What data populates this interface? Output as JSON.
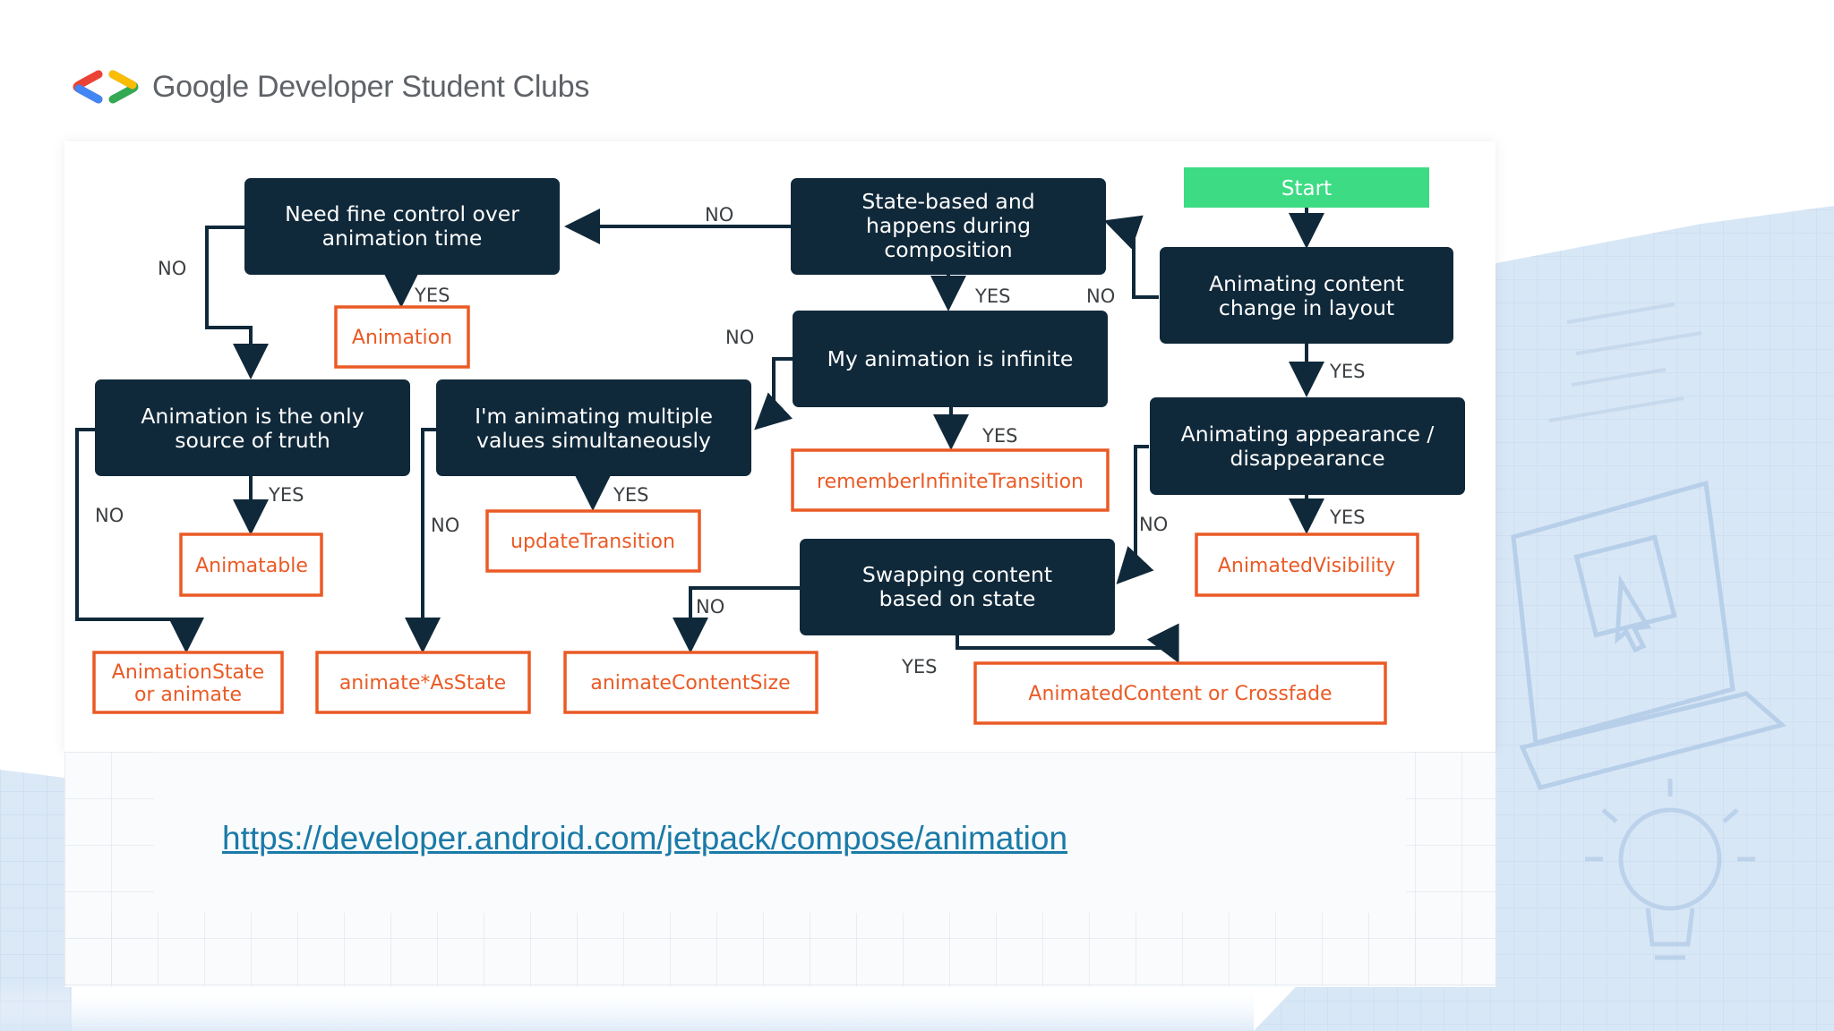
{
  "header": {
    "brand": "Google Developer Student Clubs",
    "logo_icon": "gdsc-brackets-logo"
  },
  "colors": {
    "dark_box": "#10293a",
    "start_green": "#3ddc84",
    "orange": "#ea5a25",
    "link": "#1a7aa8",
    "arrow": "#10293a",
    "label": "#3c4043"
  },
  "flowchart": {
    "start": "Start",
    "decisions": {
      "content_change": [
        "Animating content",
        "change in layout"
      ],
      "appearance": [
        "Animating appearance /",
        "disappearance"
      ],
      "state_based": [
        "State-based and",
        "happens during",
        "composition"
      ],
      "fine_control": [
        "Need fine control over",
        "animation time"
      ],
      "infinite": [
        "My animation is infinite"
      ],
      "source_of_truth": [
        "Animation is the only",
        "source of truth"
      ],
      "multiple_values": [
        "I'm animating multiple",
        "values simultaneously"
      ],
      "swapping": [
        "Swapping content",
        "based on state"
      ]
    },
    "results": {
      "animation": [
        "Animation"
      ],
      "animatable": [
        "Animatable"
      ],
      "animation_state": [
        "AnimationState",
        "or animate"
      ],
      "animate_as_state": [
        "animate*AsState"
      ],
      "update_transition": [
        "updateTransition"
      ],
      "remember_infinite": [
        "rememberInfiniteTransition"
      ],
      "animated_visibility": [
        "AnimatedVisibility"
      ],
      "animate_content_size": [
        "animateContentSize"
      ],
      "animated_content": [
        "AnimatedContent or Crossfade"
      ]
    },
    "labels": {
      "yes": "YES",
      "no": "NO"
    }
  },
  "footer": {
    "link_text": "https://developer.android.com/jetpack/compose/animation"
  }
}
